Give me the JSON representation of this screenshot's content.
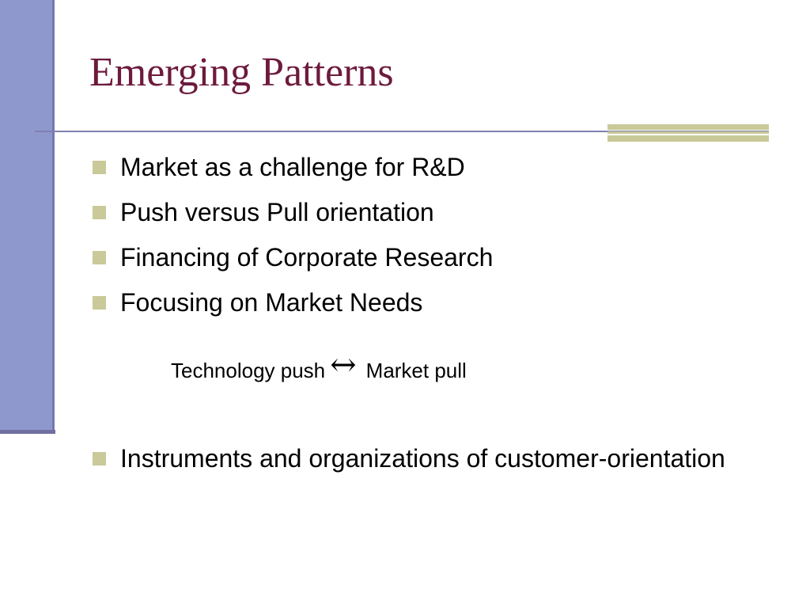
{
  "slide": {
    "title": "Emerging Patterns",
    "bullets": [
      "Market as a challenge for R&D",
      "Push versus Pull orientation",
      "Financing of Corporate Research",
      "Focusing on Market Needs"
    ],
    "sub_line": {
      "left": "Technology push",
      "arrow": "↔",
      "right": "Market pull"
    },
    "bullets_2": [
      "Instruments and organizations of customer-orientation"
    ]
  },
  "colors": {
    "title": "#6d1a3d",
    "left_bar": "#8e98cc",
    "accent": "#c9c99a",
    "rule": "#8080b2"
  },
  "icons": {
    "bullet": "square-bullet-icon",
    "arrow": "left-right-arrow-icon"
  }
}
